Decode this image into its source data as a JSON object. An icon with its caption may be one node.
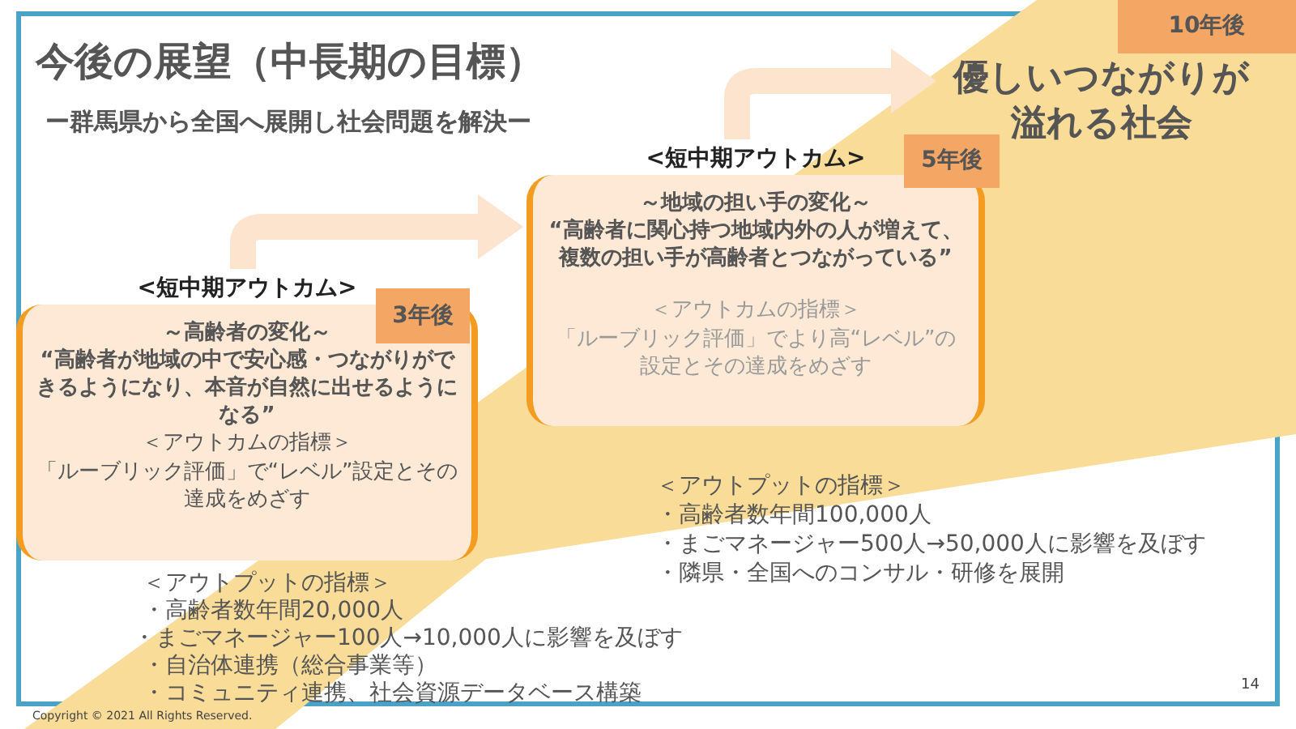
{
  "diagram": {
    "title": "今後の展望（中長期の目標）",
    "nodes": [
      {
        "text": [
          "<短中期アウトカム>",
          "3年後",
          "～高齢者の変化～",
          "“高齢者が地域の中で安心感・つながりができるようになり、本音が自然に出せるようになる”",
          "＜アウトカムの指標＞",
          "「ルーブリック評価」で“レベル”設定とその達成をめざす"
        ]
      },
      {
        "text": [
          "<短中期アウトカム>",
          "5年後",
          "～地域の担い手の変化～",
          "“高齢者に関心持つ地域内外の人が増えて、複数の担い手が高齢者とつながっている”",
          "＜アウトカムの指標＞",
          "「ルーブリック評価」でより高“レベル”の設定とその達成をめざす"
        ]
      },
      {
        "text": [
          "優しいつながりが溢れる社会"
        ],
        "beside": [
          "10年後"
        ]
      }
    ],
    "edges": [
      {
        "from": 0,
        "to": 1,
        "arrow": "to"
      },
      {
        "from": 1,
        "to": 2,
        "arrow": "to"
      }
    ],
    "labels": [
      "ー群馬県から全国へ展開し社会問題を解決ー",
      "＜アウトプットの指標＞",
      "・高齢者数年間20,000人",
      "・まごマネージャー100人→10,000人に影響を及ぼす",
      "・自治体連携（総合事業等）",
      "・コミュニティ連携、社会資源データベース構築",
      "＜アウトプットの指標＞",
      "・高齢者数年間100,000人",
      "・まごマネージャー500人→50,000人に影響を及ぼす",
      "・隣県・全国へのコンサル・研修を展開",
      "Copyright © 2021 All Rights Reserved.",
      "14"
    ]
  }
}
